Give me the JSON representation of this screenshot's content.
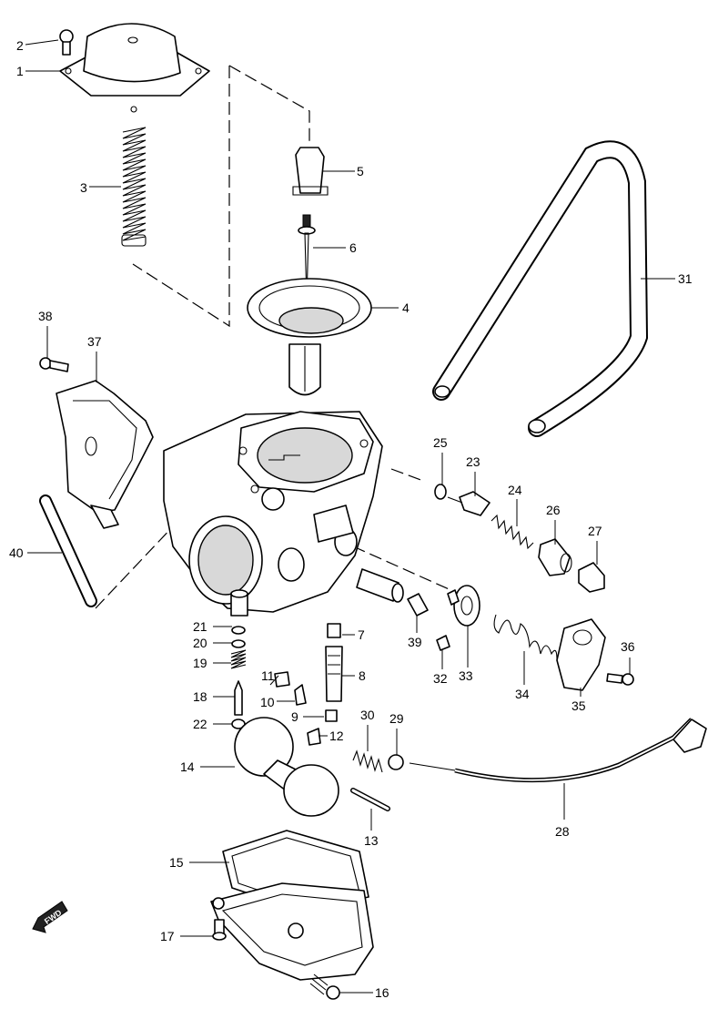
{
  "callouts": [
    {
      "id": "p1",
      "label": "1"
    },
    {
      "id": "p2",
      "label": "2"
    },
    {
      "id": "p3",
      "label": "3"
    },
    {
      "id": "p4",
      "label": "4"
    },
    {
      "id": "p5",
      "label": "5"
    },
    {
      "id": "p6",
      "label": "6"
    },
    {
      "id": "p7",
      "label": "7"
    },
    {
      "id": "p8",
      "label": "8"
    },
    {
      "id": "p9",
      "label": "9"
    },
    {
      "id": "p10",
      "label": "10"
    },
    {
      "id": "p11",
      "label": "11"
    },
    {
      "id": "p12",
      "label": "12"
    },
    {
      "id": "p13",
      "label": "13"
    },
    {
      "id": "p14",
      "label": "14"
    },
    {
      "id": "p15",
      "label": "15"
    },
    {
      "id": "p16",
      "label": "16"
    },
    {
      "id": "p17",
      "label": "17"
    },
    {
      "id": "p18",
      "label": "18"
    },
    {
      "id": "p19",
      "label": "19"
    },
    {
      "id": "p20",
      "label": "20"
    },
    {
      "id": "p21",
      "label": "21"
    },
    {
      "id": "p22",
      "label": "22"
    },
    {
      "id": "p23",
      "label": "23"
    },
    {
      "id": "p24",
      "label": "24"
    },
    {
      "id": "p25",
      "label": "25"
    },
    {
      "id": "p26",
      "label": "26"
    },
    {
      "id": "p27",
      "label": "27"
    },
    {
      "id": "p28",
      "label": "28"
    },
    {
      "id": "p29",
      "label": "29"
    },
    {
      "id": "p30",
      "label": "30"
    },
    {
      "id": "p31",
      "label": "31"
    },
    {
      "id": "p32",
      "label": "32"
    },
    {
      "id": "p33",
      "label": "33"
    },
    {
      "id": "p34",
      "label": "34"
    },
    {
      "id": "p35",
      "label": "35"
    },
    {
      "id": "p36",
      "label": "36"
    },
    {
      "id": "p37",
      "label": "37"
    },
    {
      "id": "p38",
      "label": "38"
    },
    {
      "id": "p39",
      "label": "39"
    },
    {
      "id": "p40",
      "label": "40"
    }
  ],
  "fwd_label": "FWD",
  "colors": {
    "ink": "#000000",
    "background": "#ffffff"
  }
}
